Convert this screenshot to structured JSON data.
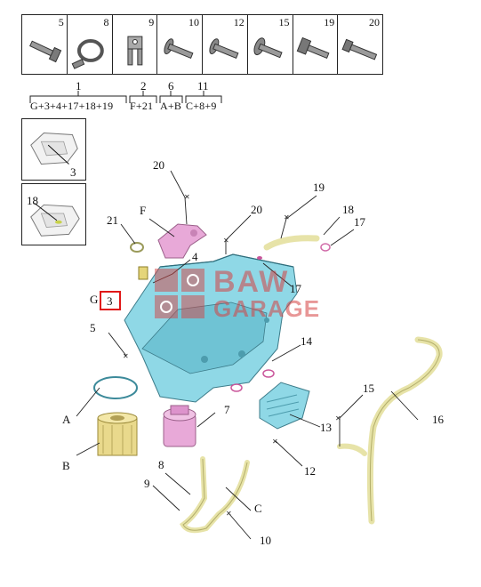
{
  "fasteners": [
    {
      "num": "5",
      "icon": "hex-bolt-icon"
    },
    {
      "num": "8",
      "icon": "hose-clamp-icon"
    },
    {
      "num": "9",
      "icon": "bracket-clip-icon"
    },
    {
      "num": "10",
      "icon": "flange-bolt-icon"
    },
    {
      "num": "12",
      "icon": "flange-bolt-icon"
    },
    {
      "num": "15",
      "icon": "flange-bolt-icon"
    },
    {
      "num": "19",
      "icon": "hex-flange-bolt-icon"
    },
    {
      "num": "20",
      "icon": "long-bolt-icon"
    }
  ],
  "groups": [
    {
      "num": "1",
      "text": "G+3+4+17+18+19"
    },
    {
      "num": "2",
      "text": "F+21"
    },
    {
      "num": "6",
      "text": "A+B"
    },
    {
      "num": "11",
      "text": "C+8+9"
    }
  ],
  "thumbnails": [
    {
      "num": "3"
    },
    {
      "num": "18"
    }
  ],
  "callouts": {
    "c20a": "20",
    "c20b": "20",
    "c19": "19",
    "c18": "18",
    "c17a": "17",
    "c17b": "17",
    "c21": "21",
    "cF": "F",
    "c4": "4",
    "cG": "G",
    "c3": "3",
    "c5": "5",
    "c14": "14",
    "c7": "7",
    "cA": "A",
    "cB": "B",
    "c15": "15",
    "c16": "16",
    "c13": "13",
    "c12": "12",
    "c8": "8",
    "c9": "9",
    "cC": "C",
    "c10": "10"
  },
  "watermark": {
    "line1": "BAW",
    "line2": "GARAGE"
  },
  "colors": {
    "oil_pan": "#8fd8e6",
    "housing": "#e8a9d8",
    "pipe": "#e7e3a8",
    "filter": "#e9d98c",
    "highlight": "#e01818",
    "watermark": "#d64242"
  }
}
